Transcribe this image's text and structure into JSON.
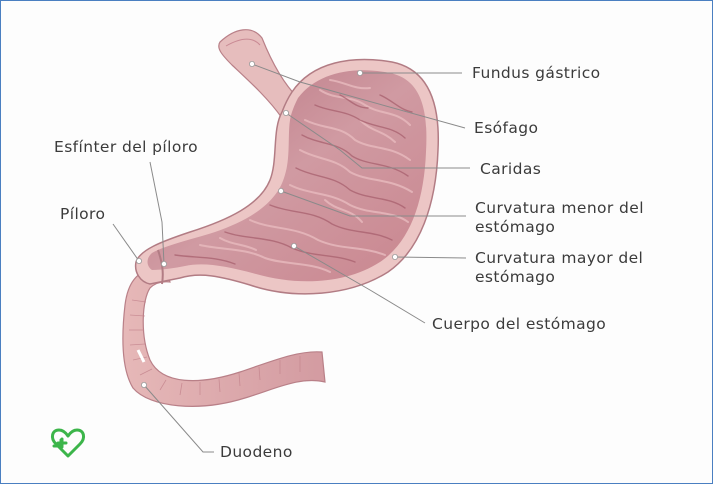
{
  "labels": {
    "fundus": "Fundus gástrico",
    "esofago": "Esófago",
    "caridas": "Caridas",
    "curv_menor_1": "Curvatura menor del",
    "curv_menor_2": "estómago",
    "curv_mayor_1": "Curvatura mayor del",
    "curv_mayor_2": "estómago",
    "cuerpo": "Cuerpo del estómago",
    "esfinter": "Esfínter del píloro",
    "piloro": "Píloro",
    "duodeno": "Duodeno"
  },
  "colors": {
    "outer_wall": "#e8c2c0",
    "inner_tissue": "#c98a94",
    "fold_dark": "#a8606e",
    "fold_light": "#e7b9bd",
    "logo": "#3cb54a",
    "frame": "#4a7fc1"
  },
  "icons": {
    "logo": "heart-cross-icon"
  }
}
